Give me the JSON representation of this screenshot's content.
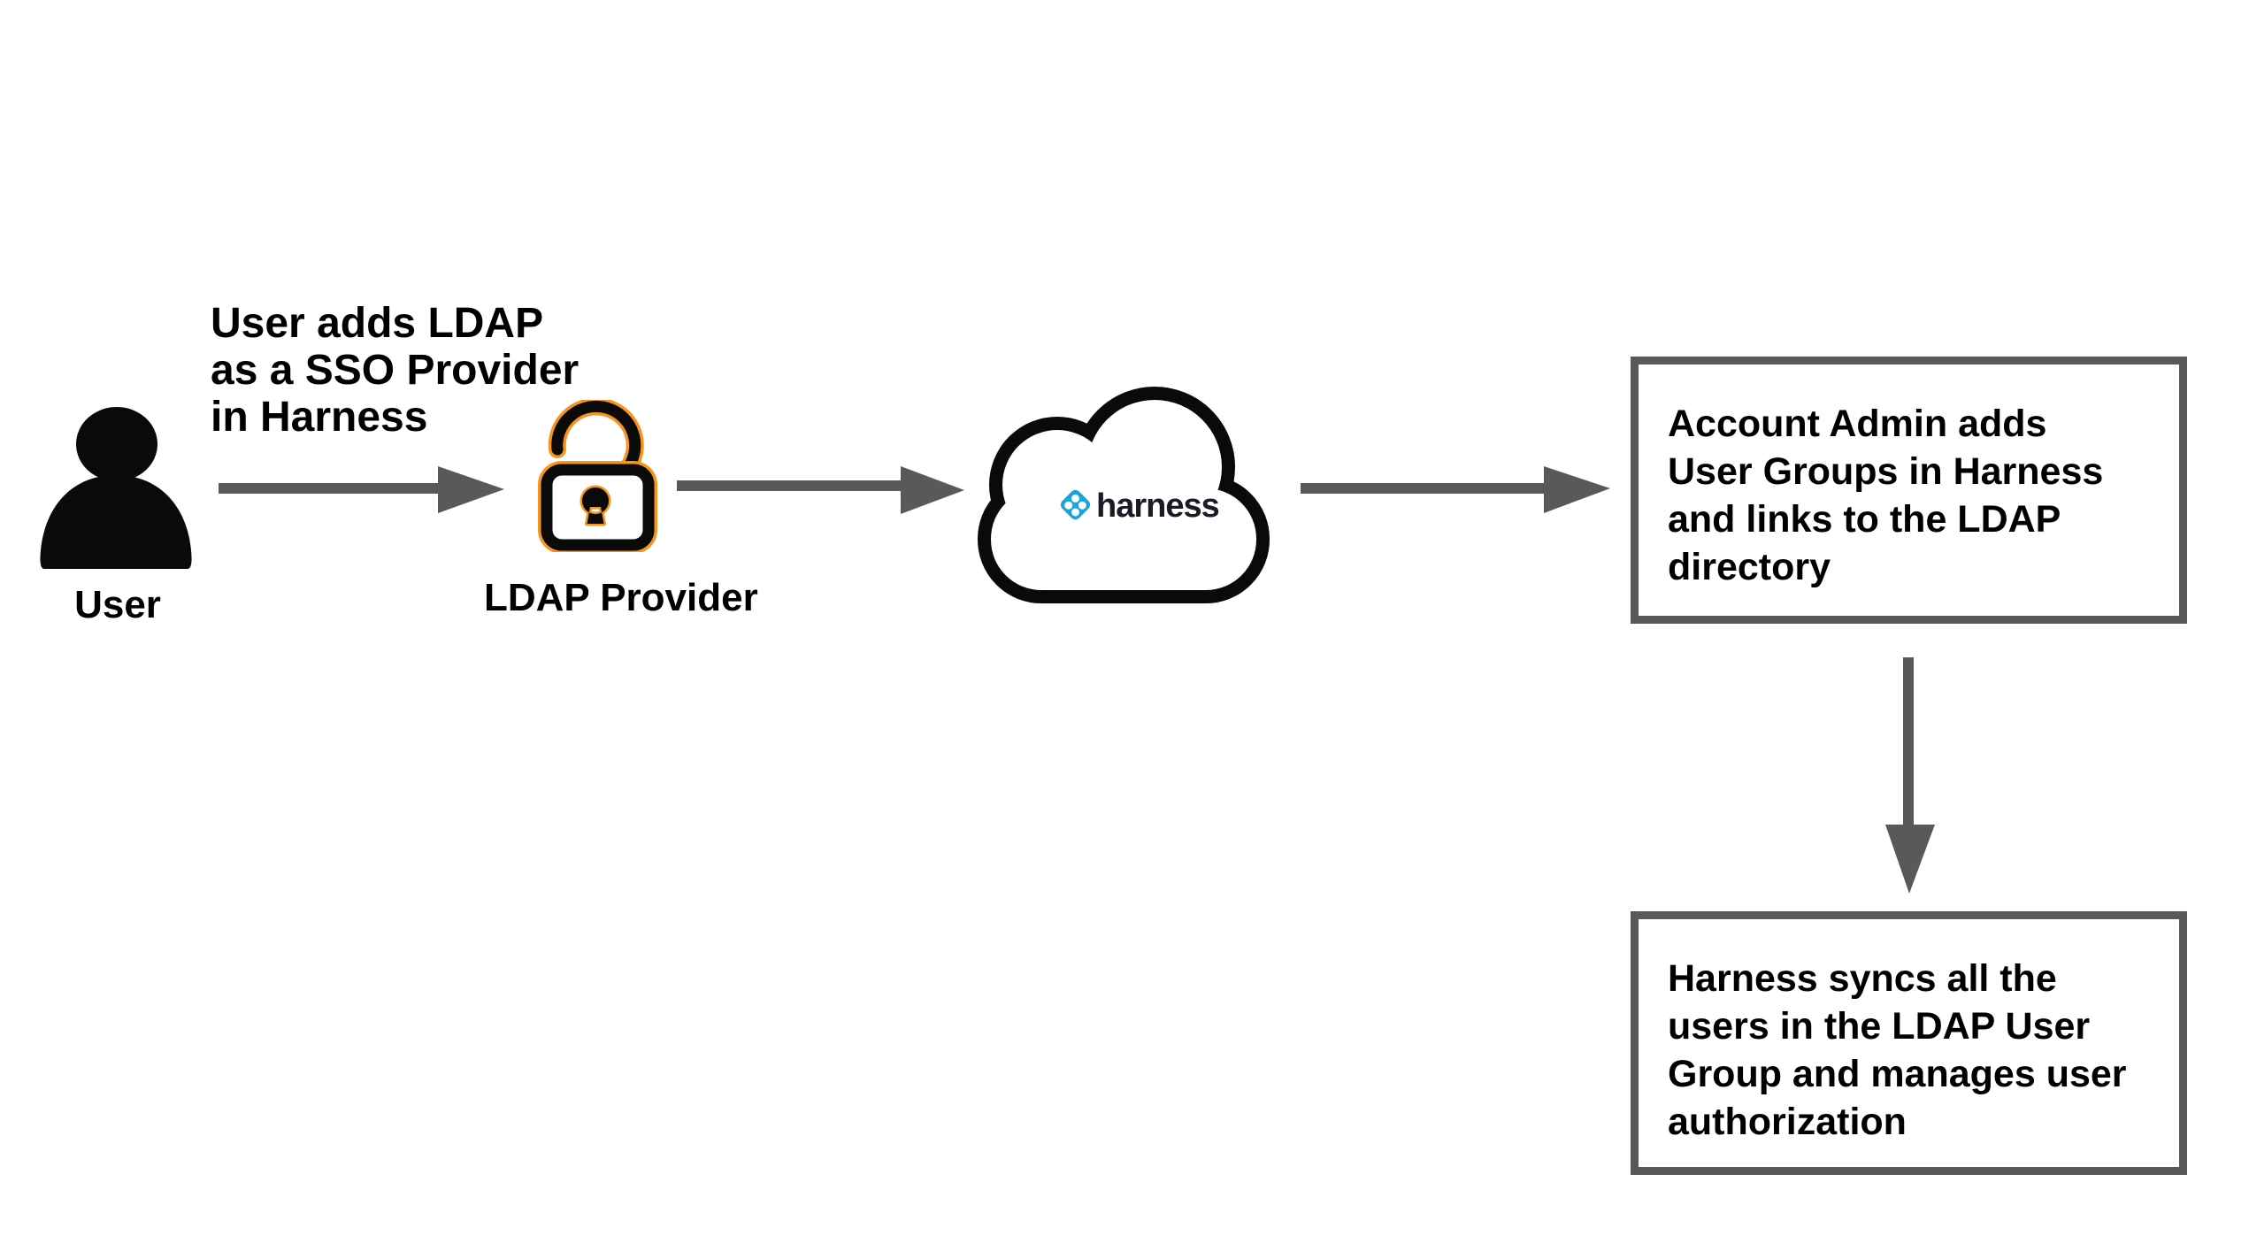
{
  "colors": {
    "background": "#ffffff",
    "arrow": "#595959",
    "box-border": "#595959",
    "text": "#000000",
    "icon-black": "#0a0a0a",
    "lock-glow": "#f7941e",
    "harness-blue": "#17a4dc",
    "harness-text": "#1b1b26"
  },
  "diagram": {
    "user": {
      "icon": "person-icon",
      "label": "User"
    },
    "caption": {
      "lines": [
        "User adds LDAP",
        "as a SSO Provider",
        "in Harness"
      ]
    },
    "ldap": {
      "icon": "open-padlock-icon",
      "label": "LDAP Provider"
    },
    "cloud": {
      "icon": "cloud-icon",
      "logo": {
        "icon": "harness-diamond-icon",
        "text": "harness"
      }
    },
    "box1": {
      "lines": [
        "Account Admin adds",
        "User Groups in Harness",
        "and links to the LDAP",
        "directory"
      ]
    },
    "box2": {
      "lines": [
        "Harness syncs all the",
        "users in the LDAP User",
        "Group and manages user",
        "authorization"
      ]
    }
  }
}
